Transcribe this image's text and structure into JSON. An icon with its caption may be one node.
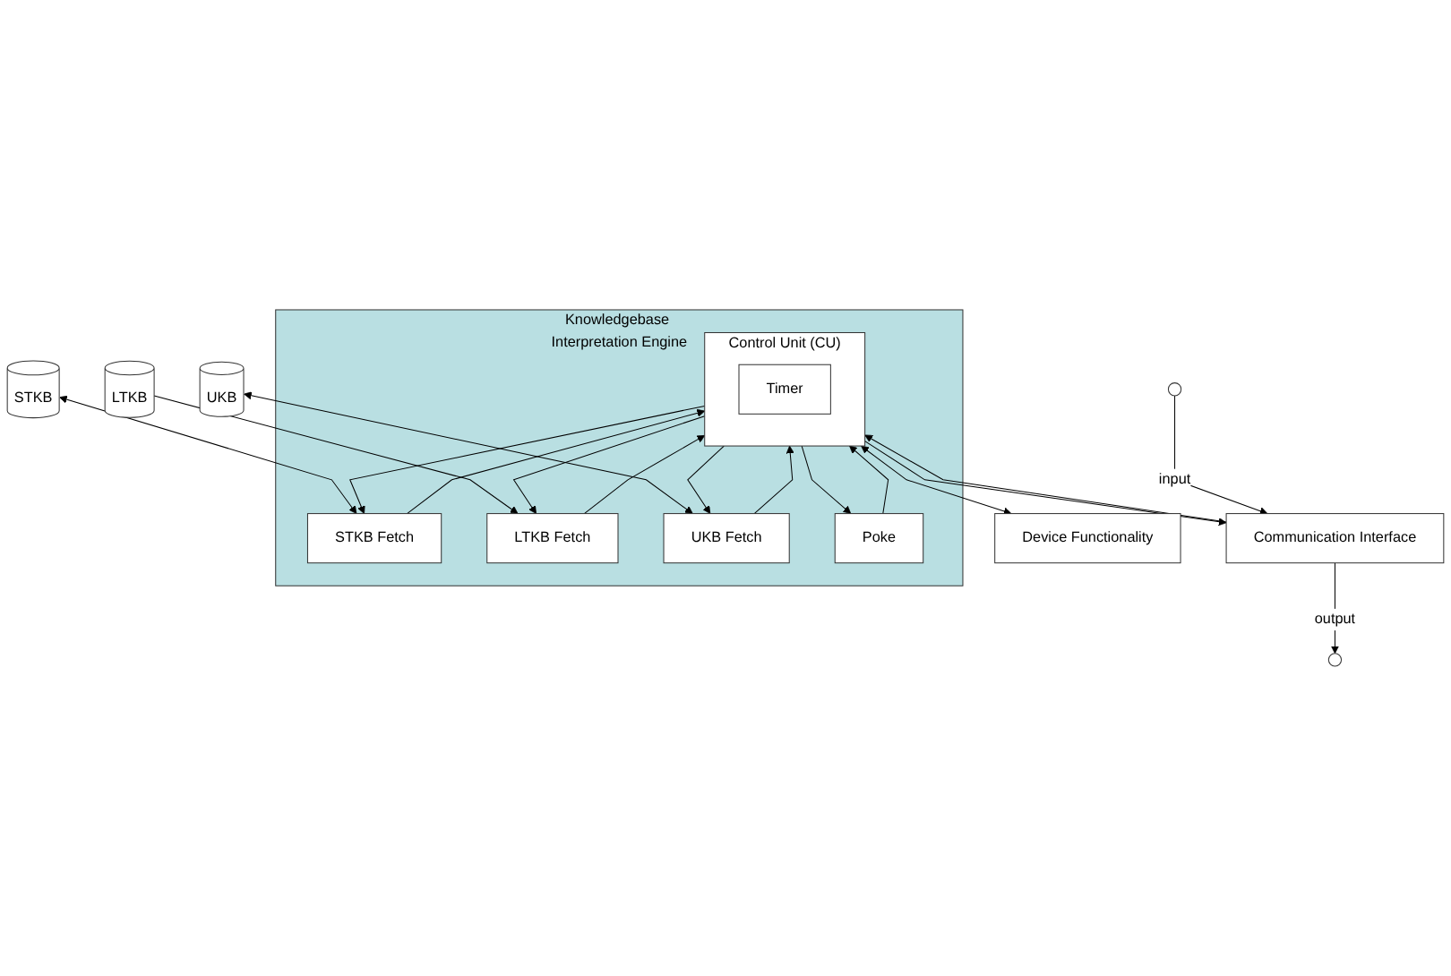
{
  "diagram": {
    "nodes": [
      {
        "text": [
          "UKB"
        ]
      },
      {
        "text": [
          "STKB"
        ]
      },
      {
        "text": [
          "LTKB"
        ]
      },
      {
        "text": [
          "Knowledgebase Interpretation Engine"
        ]
      },
      {
        "text": [
          "STKB Fetch"
        ],
        "in": 3
      },
      {
        "text": [
          "LTKB Fetch"
        ],
        "in": 3
      },
      {
        "text": [
          "UKB Fetch"
        ],
        "in": 3
      },
      {
        "text": [
          "Control Unit (CU)"
        ],
        "in": 3
      },
      {
        "text": [
          "Timer"
        ],
        "in": 7
      },
      {
        "text": [
          "Poke"
        ],
        "in": 3
      },
      {
        "text": [
          "Communication Interface"
        ]
      },
      {
        "text": [
          "Device Functionality"
        ]
      }
    ],
    "edges": [
      {
        "from": 1,
        "to": 4,
        "arrow": "both"
      },
      {
        "from": 2,
        "to": 5,
        "arrow": "to"
      },
      {
        "from": 0,
        "to": 6,
        "arrow": "both"
      },
      {
        "from": 7,
        "to": 4,
        "arrow": "to"
      },
      {
        "from": 4,
        "to": 7,
        "arrow": "to"
      },
      {
        "from": 7,
        "to": 5,
        "arrow": "to"
      },
      {
        "from": 5,
        "to": 7,
        "arrow": "to"
      },
      {
        "from": 7,
        "to": 6,
        "arrow": "to"
      },
      {
        "from": 6,
        "to": 7,
        "arrow": "to"
      },
      {
        "from": 7,
        "to": 9,
        "arrow": "to"
      },
      {
        "from": 9,
        "to": 7,
        "arrow": "to"
      },
      {
        "from": null,
        "to": 10,
        "label": "input",
        "arrow": "to"
      },
      {
        "from": 10,
        "to": 7,
        "arrow": "to"
      },
      {
        "from": 7,
        "to": 10,
        "arrow": "to"
      },
      {
        "from": 10,
        "to": null,
        "label": "output",
        "arrow": "to"
      },
      {
        "from": 7,
        "to": 11,
        "arrow": "both"
      }
    ]
  }
}
